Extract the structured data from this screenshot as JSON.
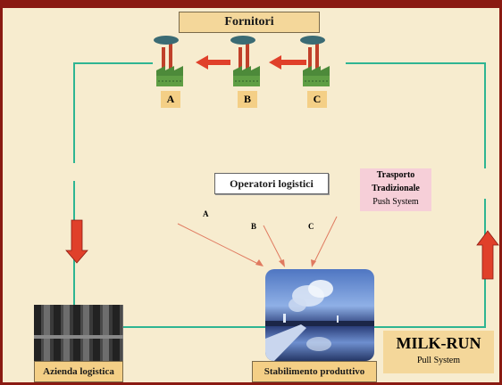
{
  "header": {
    "fornitori": "Fornitori"
  },
  "suppliers": [
    "A",
    "B",
    "C"
  ],
  "operators_label": "Operatori logistici",
  "routes": [
    "A",
    "B",
    "C"
  ],
  "traditional": {
    "line1": "Trasporto",
    "line2": "Tradizionale",
    "line3": "Push System"
  },
  "milk_run": {
    "title": "MILK-RUN",
    "subtitle": "Pull System"
  },
  "azienda": "Azienda logistica",
  "stabilimento": "Stabilimento produttivo",
  "colors": {
    "flow_line": "#2fb592",
    "arrow": "#e0402a",
    "thin_arrow": "#e07a60",
    "factory_roof": "#3b6b74"
  }
}
